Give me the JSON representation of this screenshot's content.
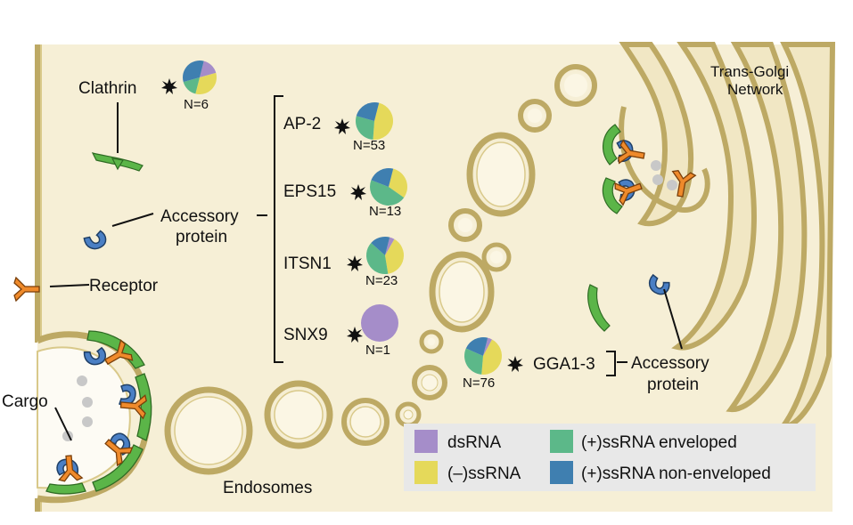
{
  "labels": {
    "clathrin": "Clathrin",
    "accessory1": "Accessory",
    "accessory2": "protein",
    "receptor": "Receptor",
    "cargo": "Cargo",
    "endosomes": "Endosomes",
    "tgn1": "Trans-Golgi",
    "tgn2": "Network",
    "gga": "GGA1-3",
    "acc_right1": "Accessory",
    "acc_right2": "protein"
  },
  "colors": {
    "dsRNA": "#a58dc9",
    "neg_ssRNA": "#e5d95a",
    "pos_env": "#5cb889",
    "pos_nonenv": "#3f7fb0",
    "clathrin_green": "#5bb548",
    "accessory_blue": "#4a7fc4",
    "receptor_orange": "#ef8a2b",
    "cytoplasm": "#f6efd6"
  },
  "chart_data": [
    {
      "type": "pie",
      "name": "Clathrin",
      "n_label": "N=6",
      "categories": [
        "dsRNA",
        "(–)ssRNA",
        "(+)ssRNA enveloped",
        "(+)ssRNA non-enveloped"
      ],
      "values": [
        1,
        2,
        1,
        2
      ]
    },
    {
      "type": "pie",
      "name": "AP-2",
      "n_label": "N=53",
      "categories": [
        "dsRNA",
        "(–)ssRNA",
        "(+)ssRNA enveloped",
        "(+)ssRNA non-enveloped"
      ],
      "values": [
        0,
        25,
        15,
        13
      ]
    },
    {
      "type": "pie",
      "name": "EPS15",
      "n_label": "N=13",
      "categories": [
        "dsRNA",
        "(–)ssRNA",
        "(+)ssRNA enveloped",
        "(+)ssRNA non-enveloped"
      ],
      "values": [
        0,
        4,
        6,
        3
      ]
    },
    {
      "type": "pie",
      "name": "ITSN1",
      "n_label": "N=23",
      "categories": [
        "dsRNA",
        "(–)ssRNA",
        "(+)ssRNA enveloped",
        "(+)ssRNA non-enveloped"
      ],
      "values": [
        1,
        9,
        9,
        4
      ]
    },
    {
      "type": "pie",
      "name": "SNX9",
      "n_label": "N=1",
      "categories": [
        "dsRNA",
        "(–)ssRNA",
        "(+)ssRNA enveloped",
        "(+)ssRNA non-enveloped"
      ],
      "values": [
        1,
        0,
        0,
        0
      ]
    },
    {
      "type": "pie",
      "name": "GGA1-3",
      "n_label": "N=76",
      "categories": [
        "dsRNA",
        "(–)ssRNA",
        "(+)ssRNA enveloped",
        "(+)ssRNA non-enveloped"
      ],
      "values": [
        3,
        33,
        23,
        17
      ]
    }
  ],
  "legend": [
    {
      "key": "dsRNA",
      "label": "dsRNA"
    },
    {
      "key": "neg_ssRNA",
      "label": "(–)ssRNA"
    },
    {
      "key": "pos_env",
      "label": "(+)ssRNA enveloped"
    },
    {
      "key": "pos_nonenv",
      "label": "(+)ssRNA non-enveloped"
    }
  ]
}
